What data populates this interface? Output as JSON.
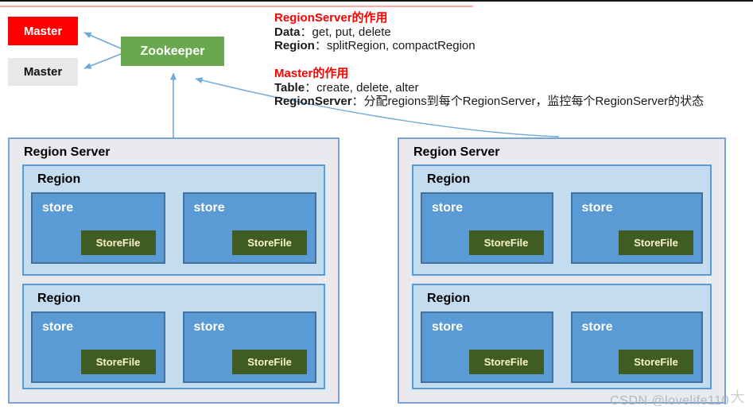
{
  "masters": [
    {
      "label": "Master",
      "role": "active"
    },
    {
      "label": "Master",
      "role": "standby"
    }
  ],
  "zookeeper": {
    "label": "Zookeeper"
  },
  "annotations": [
    {
      "title": "RegionServer的作用",
      "lines": [
        {
          "term": "Data",
          "rest": "：get, put, delete"
        },
        {
          "term": "Region",
          "rest": "：splitRegion, compactRegion"
        }
      ]
    },
    {
      "title": "Master的作用",
      "lines": [
        {
          "term": "Table",
          "rest": "：create, delete, alter"
        },
        {
          "term": "RegionServer",
          "rest": "：分配regions到每个RegionServer，监控每个RegionServer的状态"
        }
      ]
    }
  ],
  "servers": [
    {
      "title": "Region Server",
      "regions": [
        {
          "title": "Region",
          "stores": [
            {
              "label": "store",
              "file": "StoreFile"
            },
            {
              "label": "store",
              "file": "StoreFile"
            }
          ]
        },
        {
          "title": "Region",
          "stores": [
            {
              "label": "store",
              "file": "StoreFile"
            },
            {
              "label": "store",
              "file": "StoreFile"
            }
          ]
        }
      ]
    },
    {
      "title": "Region Server",
      "regions": [
        {
          "title": "Region",
          "stores": [
            {
              "label": "store",
              "file": "StoreFile"
            },
            {
              "label": "store",
              "file": "StoreFile"
            }
          ]
        },
        {
          "title": "Region",
          "stores": [
            {
              "label": "store",
              "file": "StoreFile"
            },
            {
              "label": "store",
              "file": "StoreFile"
            }
          ]
        }
      ]
    }
  ],
  "watermark": {
    "text": "CSDN @lovelife110",
    "glyph": "大"
  },
  "colors": {
    "master_active": "#ff0000",
    "master_standby": "#e8e8e8",
    "zookeeper_green": "#6aa84f",
    "arrow_blue": "#6fa8dc",
    "server_fill": "#e9eaee",
    "region_fill": "#c4dcf0",
    "store_fill": "#5b9bd5",
    "storefile_fill": "#3e5c23",
    "storefile_text": "#fbf2cc"
  }
}
